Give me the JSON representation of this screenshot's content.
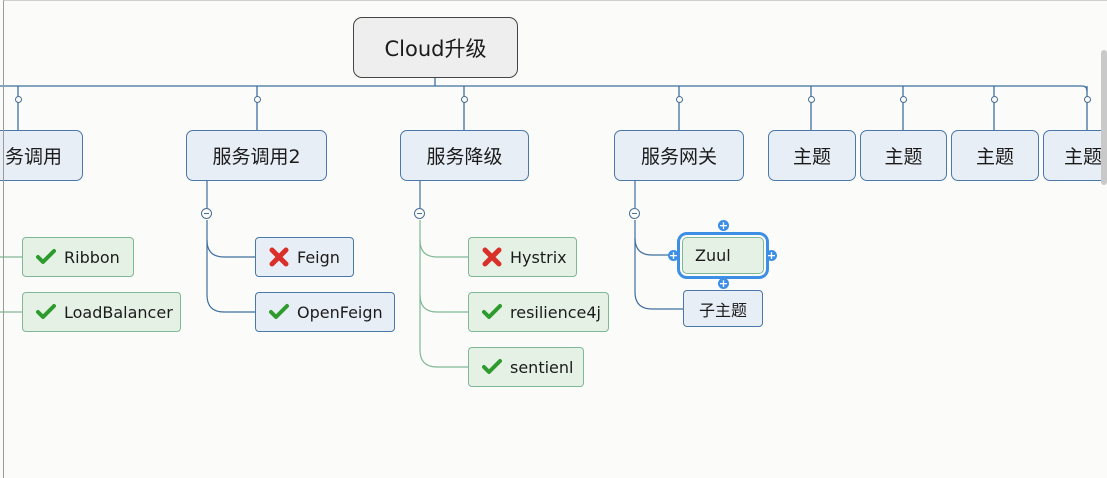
{
  "root": {
    "label": "Cloud升级"
  },
  "branches": [
    {
      "label": "务调用",
      "children": [
        {
          "label": "Ribbon",
          "status": "check"
        },
        {
          "label": "LoadBalancer",
          "status": "check"
        }
      ]
    },
    {
      "label": "服务调用2",
      "children": [
        {
          "label": "Feign",
          "status": "cross"
        },
        {
          "label": "OpenFeign",
          "status": "check"
        }
      ]
    },
    {
      "label": "服务降级",
      "children": [
        {
          "label": "Hystrix",
          "status": "cross"
        },
        {
          "label": "resilience4j",
          "status": "check"
        },
        {
          "label": "sentienl",
          "status": "check"
        }
      ]
    },
    {
      "label": "服务网关",
      "children": [
        {
          "label": "Zuul",
          "status": "selected"
        },
        {
          "label": "子主题",
          "status": "none"
        }
      ]
    },
    {
      "label": "主题",
      "children": []
    },
    {
      "label": "主题",
      "children": []
    },
    {
      "label": "主题",
      "children": []
    },
    {
      "label": "主题",
      "children": []
    }
  ],
  "colors": {
    "check": "#2e9b2e",
    "cross": "#d9302a",
    "connector_main": "#3f6f9f",
    "connector_green": "#7fb896",
    "selection": "#3d8fe6"
  },
  "icons": {
    "check": "check-mark-icon",
    "cross": "cross-mark-icon",
    "collapse": "collapse-toggle-icon"
  }
}
